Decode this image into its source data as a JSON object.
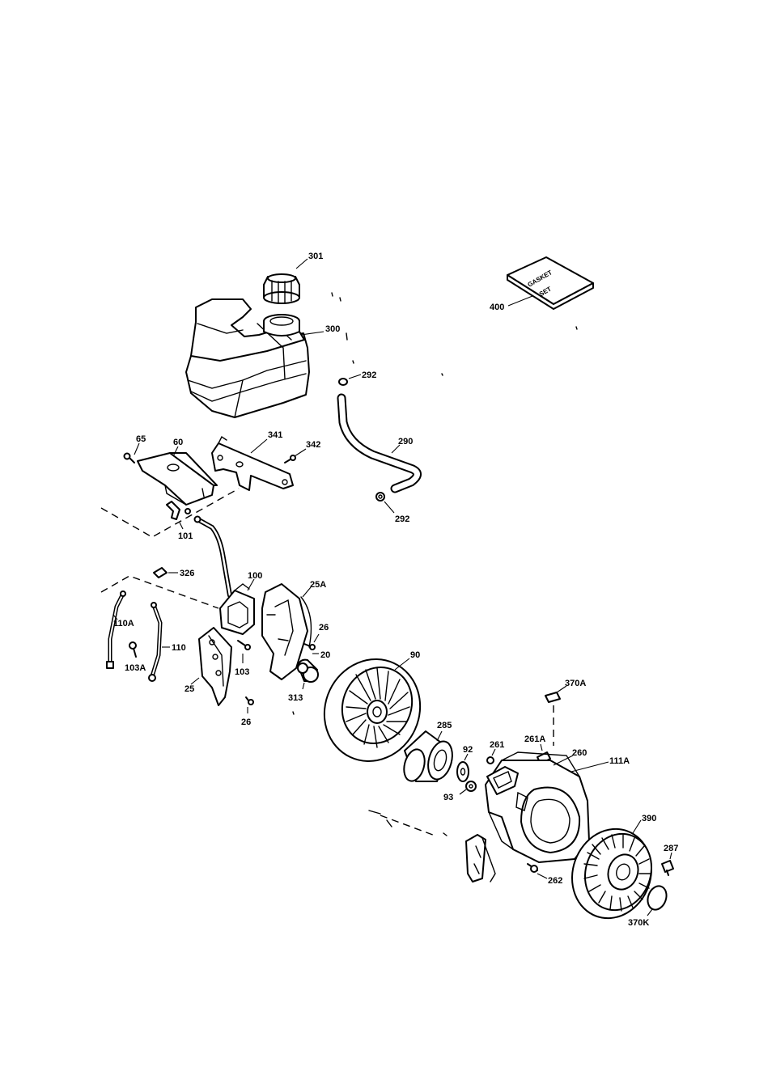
{
  "diagram": {
    "labels": {
      "p301": "301",
      "p300": "300",
      "p400": "400",
      "p292a": "292",
      "p292b": "292",
      "p290": "290",
      "p65": "65",
      "p60": "60",
      "p341": "341",
      "p342": "342",
      "p101": "101",
      "p326": "326",
      "p100": "100",
      "p25A": "25A",
      "p110A": "110A",
      "p110": "110",
      "p103A": "103A",
      "p103": "103",
      "p26a": "26",
      "p20": "20",
      "p25": "25",
      "p26b": "26",
      "p313": "313",
      "p90": "90",
      "p285": "285",
      "p92": "92",
      "p93": "93",
      "p261": "261",
      "p261A": "261A",
      "p370A": "370A",
      "p260": "260",
      "p111A": "111A",
      "p390": "390",
      "p287": "287",
      "p262": "262",
      "p370K": "370K"
    },
    "gasket_box": {
      "line1": "GASKET",
      "line2": "SET"
    }
  }
}
